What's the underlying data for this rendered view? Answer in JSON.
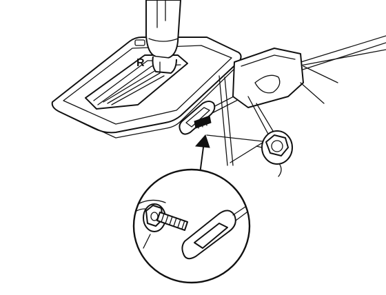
{
  "gear_indicator": "R",
  "colors": {
    "line": "#111111",
    "background": "#ffffff"
  },
  "parts": [
    "shift-lever-knob",
    "shift-console-panel",
    "shift-cable",
    "cable-end-bushing",
    "bushing-bolt",
    "flange-nut",
    "shift-cable-bracket",
    "zoom-detail-circle",
    "zoom-arrow"
  ]
}
